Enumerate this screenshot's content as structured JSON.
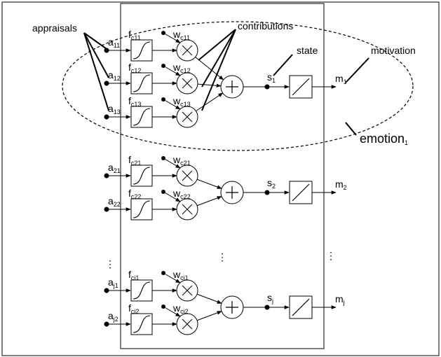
{
  "diagram": {
    "callouts": {
      "appraisals": "appraisals",
      "contributions": "contributions",
      "state": "state",
      "motivation": "motivation",
      "emotion": {
        "main": "emotion",
        "sub": "1"
      }
    },
    "rows": [
      {
        "label": {
          "main": "a",
          "sub": "11"
        },
        "filter": {
          "main": "f",
          "sub": "c11"
        },
        "weight": {
          "main": "w",
          "sub": "c11"
        }
      },
      {
        "label": {
          "main": "a",
          "sub": "12"
        },
        "filter": {
          "main": "f",
          "sub": "c12"
        },
        "weight": {
          "main": "w",
          "sub": "c12"
        }
      },
      {
        "label": {
          "main": "a",
          "sub": "13"
        },
        "filter": {
          "main": "f",
          "sub": "c13"
        },
        "weight": {
          "main": "w",
          "sub": "c13"
        }
      },
      {
        "label": {
          "main": "a",
          "sub": "21"
        },
        "filter": {
          "main": "f",
          "sub": "c21"
        },
        "weight": {
          "main": "w",
          "sub": "c21"
        }
      },
      {
        "label": {
          "main": "a",
          "sub": "22"
        },
        "filter": {
          "main": "f",
          "sub": "c22"
        },
        "weight": {
          "main": "w",
          "sub": "c22"
        }
      },
      {
        "label": {
          "main": "a",
          "sub": "j1"
        },
        "filter": {
          "main": "f",
          "sub": "cj1"
        },
        "weight": {
          "main": "w",
          "sub": "cj1"
        }
      },
      {
        "label": {
          "main": "a",
          "sub": "j2"
        },
        "filter": {
          "main": "f",
          "sub": "cj2"
        },
        "weight": {
          "main": "w",
          "sub": "cj2"
        }
      }
    ],
    "states": [
      {
        "main": "s",
        "sub": "1"
      },
      {
        "main": "s",
        "sub": "2"
      },
      {
        "main": "s",
        "sub": "j"
      }
    ],
    "outputs": [
      {
        "main": "m",
        "sub": "1"
      },
      {
        "main": "m",
        "sub": "2"
      },
      {
        "main": "m",
        "sub": "j"
      }
    ],
    "ellipsis": "⋮"
  }
}
